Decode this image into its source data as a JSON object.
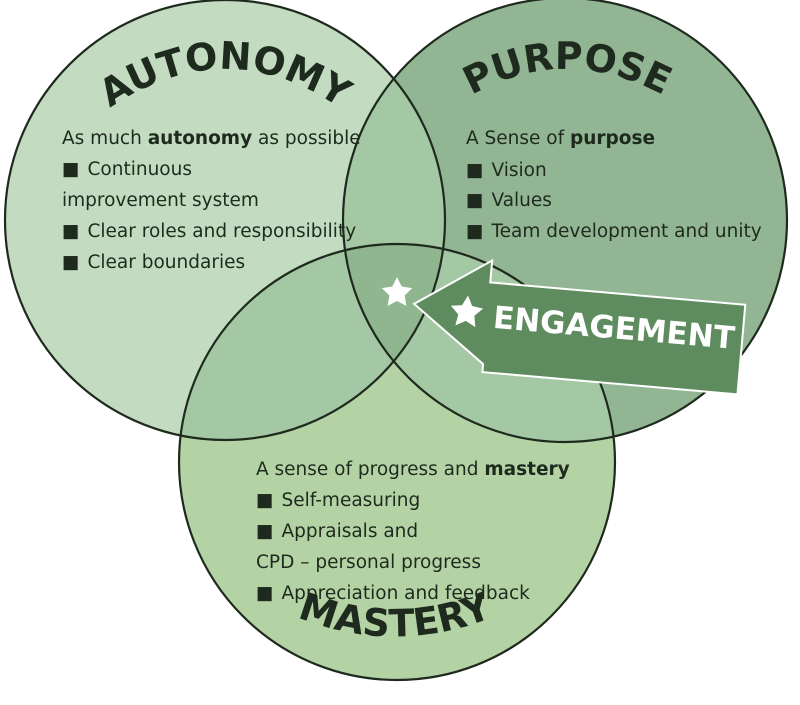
{
  "colors": {
    "autonomy_fill": "#c3dcc1",
    "purpose_fill": "#92b693",
    "mastery_fill": "#b4d3a5",
    "overlap_fill": "#a5c8a4",
    "center_fill": "#8fb68e",
    "outline": "#1e2a1e",
    "arrow_fill": "#5e8c5f",
    "arrow_text": "#ffffff"
  },
  "autonomy": {
    "title": "AUTONOMY",
    "intro_prefix": "As much ",
    "intro_bold": "autonomy",
    "intro_suffix": " as possible",
    "items": [
      "Continuous",
      "improvement system",
      "Clear roles and responsibility",
      "Clear boundaries"
    ]
  },
  "purpose": {
    "title": "PURPOSE",
    "intro_prefix": "A Sense of ",
    "intro_bold": "purpose",
    "items": [
      "Vision",
      "Values",
      "Team development and unity"
    ]
  },
  "mastery": {
    "title": "MASTERY",
    "intro_prefix": "A sense of progress and ",
    "intro_bold": "mastery",
    "items": [
      "Self-measuring",
      "Appraisals and",
      "CPD – personal progress",
      "Appreciation and feedback"
    ]
  },
  "engagement": {
    "label": "ENGAGEMENT",
    "icon": "star-icon",
    "center_icon": "star-icon"
  },
  "bullet_glyph": "■"
}
